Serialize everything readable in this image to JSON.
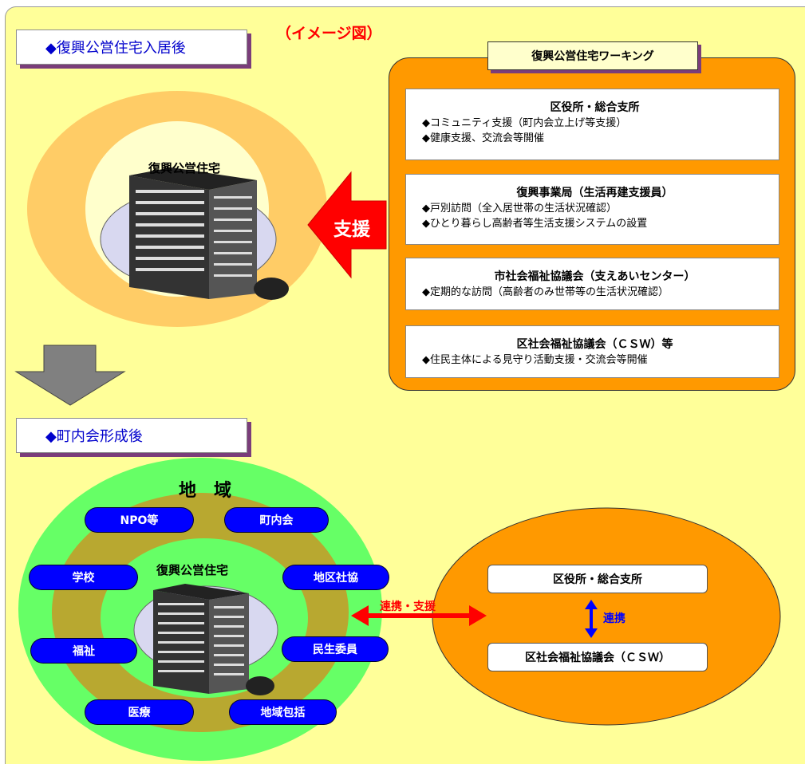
{
  "caption": "（イメージ図）",
  "section1": {
    "label": "◆復興公営住宅入居後",
    "housing_label": "復興公営住宅",
    "support_arrow": "支援"
  },
  "working": {
    "title": "復興公営住宅ワーキング",
    "boxes": [
      {
        "title": "区役所・総合支所",
        "lines": [
          "◆コミュニティ支援（町内会立上げ等支援）",
          "◆健康支援、交流会等開催"
        ]
      },
      {
        "title": "復興事業局（生活再建支援員）",
        "lines": [
          "◆戸別訪問（全入居世帯の生活状況確認）",
          "◆ひとり暮らし高齢者等生活支援システムの設置"
        ]
      },
      {
        "title": "市社会福祉協議会（支えあいセンター）",
        "lines": [
          "◆定期的な訪問（高齢者のみ世帯等の生活状況確認）"
        ]
      },
      {
        "title": "区社会福祉協議会（ＣＳＷ）等",
        "lines": [
          "◆住民主体による見守り活動支援・交流会等開催"
        ]
      }
    ]
  },
  "section2": {
    "label": "◆町内会形成後",
    "region_label": "地　域",
    "housing_label": "復興公営住宅",
    "pills": [
      "NPO等",
      "町内会",
      "学校",
      "地区社協",
      "福祉",
      "民生委員",
      "医療",
      "地域包括"
    ],
    "link_label": "連携・支援",
    "right": {
      "top_box": "区役所・総合支所",
      "mid_label": "連携",
      "bottom_box": "区社会福祉協議会（ＣＳＷ）"
    }
  },
  "colors": {
    "background": "#ffff99",
    "orange": "#ff9900",
    "ring_light": "#ffcc66",
    "green": "#66ff66",
    "olive": "#b8a830",
    "blue": "#0000ff",
    "red": "#ff0000",
    "purple_shadow": "#7a3d7a"
  }
}
